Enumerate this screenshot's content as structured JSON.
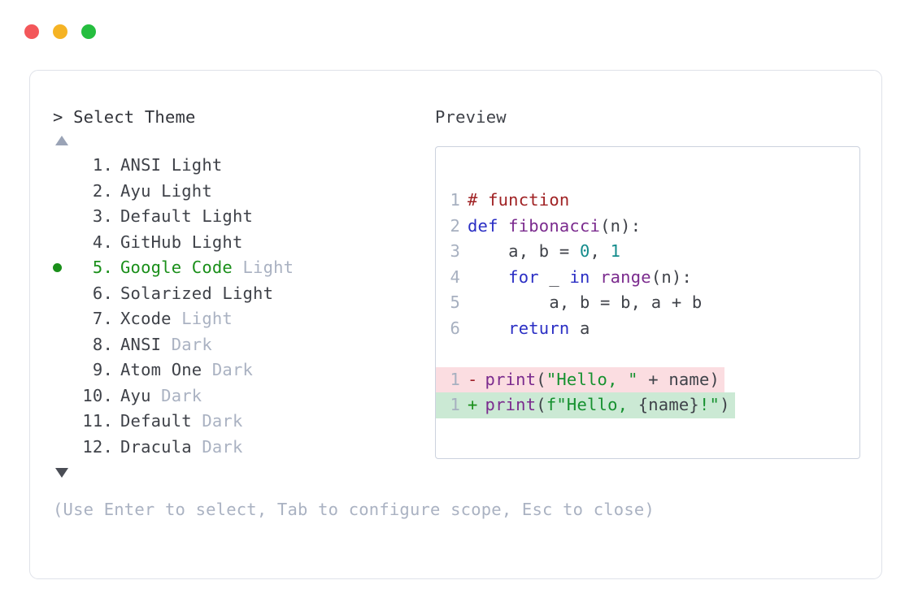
{
  "window": {
    "dots": [
      {
        "name": "close",
        "color": "#f3575a"
      },
      {
        "name": "minimize",
        "color": "#f5b324"
      },
      {
        "name": "maximize",
        "color": "#25be3f"
      }
    ]
  },
  "selector": {
    "prompt_caret": ">",
    "prompt_title": "Select Theme",
    "scroll_up_icon": "triangle-up-icon",
    "scroll_down_icon": "triangle-down-icon",
    "selected_index": 5,
    "bullet_color": "#1a8f1a",
    "items": [
      {
        "index": "1.",
        "name": "ANSI Light",
        "variant": "",
        "selected": false
      },
      {
        "index": "2.",
        "name": "Ayu Light",
        "variant": "",
        "selected": false
      },
      {
        "index": "3.",
        "name": "Default Light",
        "variant": "",
        "selected": false
      },
      {
        "index": "4.",
        "name": "GitHub Light",
        "variant": "",
        "selected": false
      },
      {
        "index": "5.",
        "name": "Google Code",
        "variant": "Light",
        "selected": true
      },
      {
        "index": "6.",
        "name": "Solarized Light",
        "variant": "",
        "selected": false
      },
      {
        "index": "7.",
        "name": "Xcode",
        "variant": "Light",
        "selected": false
      },
      {
        "index": "8.",
        "name": "ANSI",
        "variant": "Dark",
        "selected": false
      },
      {
        "index": "9.",
        "name": "Atom One",
        "variant": "Dark",
        "selected": false
      },
      {
        "index": "10.",
        "name": "Ayu",
        "variant": "Dark",
        "selected": false
      },
      {
        "index": "11.",
        "name": "Default",
        "variant": "Dark",
        "selected": false
      },
      {
        "index": "12.",
        "name": "Dracula",
        "variant": "Dark",
        "selected": false
      }
    ],
    "hint": "(Use Enter to select, Tab to configure scope, Esc to close)"
  },
  "preview": {
    "label": "Preview",
    "code_lines": [
      {
        "ln": "1",
        "tokens": [
          {
            "t": "# function",
            "c": "comment"
          }
        ]
      },
      {
        "ln": "2",
        "tokens": [
          {
            "t": "def ",
            "c": "keyword"
          },
          {
            "t": "fibonacci",
            "c": "func"
          },
          {
            "t": "(n):",
            "c": "punct"
          }
        ]
      },
      {
        "ln": "3",
        "tokens": [
          {
            "t": "    a, b = ",
            "c": "plain"
          },
          {
            "t": "0",
            "c": "number"
          },
          {
            "t": ", ",
            "c": "plain"
          },
          {
            "t": "1",
            "c": "number"
          }
        ]
      },
      {
        "ln": "4",
        "tokens": [
          {
            "t": "    ",
            "c": "plain"
          },
          {
            "t": "for",
            "c": "keyword"
          },
          {
            "t": " _ ",
            "c": "plain"
          },
          {
            "t": "in",
            "c": "keyword"
          },
          {
            "t": " ",
            "c": "plain"
          },
          {
            "t": "range",
            "c": "func"
          },
          {
            "t": "(n):",
            "c": "punct"
          }
        ]
      },
      {
        "ln": "5",
        "tokens": [
          {
            "t": "        a, b = b, a + b",
            "c": "plain"
          }
        ]
      },
      {
        "ln": "6",
        "tokens": [
          {
            "t": "    ",
            "c": "plain"
          },
          {
            "t": "return",
            "c": "keyword"
          },
          {
            "t": " a",
            "c": "plain"
          }
        ]
      }
    ],
    "diff_lines": [
      {
        "ln": "1",
        "sign": "-",
        "kind": "del",
        "tokens": [
          {
            "t": "print",
            "c": "func"
          },
          {
            "t": "(",
            "c": "punct"
          },
          {
            "t": "\"Hello, \"",
            "c": "string"
          },
          {
            "t": " + name)",
            "c": "plain"
          }
        ]
      },
      {
        "ln": "1",
        "sign": "+",
        "kind": "ins",
        "tokens": [
          {
            "t": "print",
            "c": "func"
          },
          {
            "t": "(",
            "c": "punct"
          },
          {
            "t": "f\"Hello, ",
            "c": "string"
          },
          {
            "t": "{name}",
            "c": "plain"
          },
          {
            "t": "!\"",
            "c": "string"
          },
          {
            "t": ")",
            "c": "punct"
          }
        ]
      }
    ],
    "colors": {
      "comment": "#a02224",
      "keyword": "#2a2ec4",
      "function": "#7b2b8e",
      "number": "#148c8c",
      "string": "#16912f",
      "plain": "#3f4249",
      "line_number": "#a7b0c0",
      "diff_delete_bg": "#fbdde1",
      "diff_insert_bg": "#cbe9d4"
    }
  }
}
